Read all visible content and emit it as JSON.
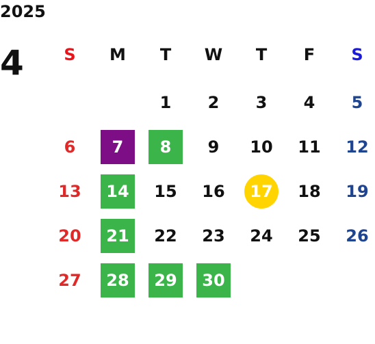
{
  "calendar": {
    "year": "2025",
    "month": "4",
    "weekdays": [
      "S",
      "M",
      "T",
      "W",
      "T",
      "F",
      "S"
    ],
    "first_weekday_index": 2,
    "days": [
      "1",
      "2",
      "3",
      "4",
      "5",
      "6",
      "7",
      "8",
      "9",
      "10",
      "11",
      "12",
      "13",
      "14",
      "15",
      "16",
      "17",
      "18",
      "19",
      "20",
      "21",
      "22",
      "23",
      "24",
      "25",
      "26",
      "27",
      "28",
      "29",
      "30"
    ],
    "highlights": {
      "7": "purple",
      "8": "green",
      "14": "green",
      "21": "green",
      "28": "green",
      "29": "green",
      "30": "green",
      "17": "today"
    }
  },
  "colors": {
    "text": "#111111",
    "sunday_header": "#e8141c",
    "saturday_header": "#1a1ad8",
    "sunday_day": "#e02a2a",
    "saturday_day": "#1f4590",
    "purple": "#7d0e86",
    "green": "#3bb54a",
    "today": "#ffd400",
    "on_fill": "#ffffff"
  }
}
